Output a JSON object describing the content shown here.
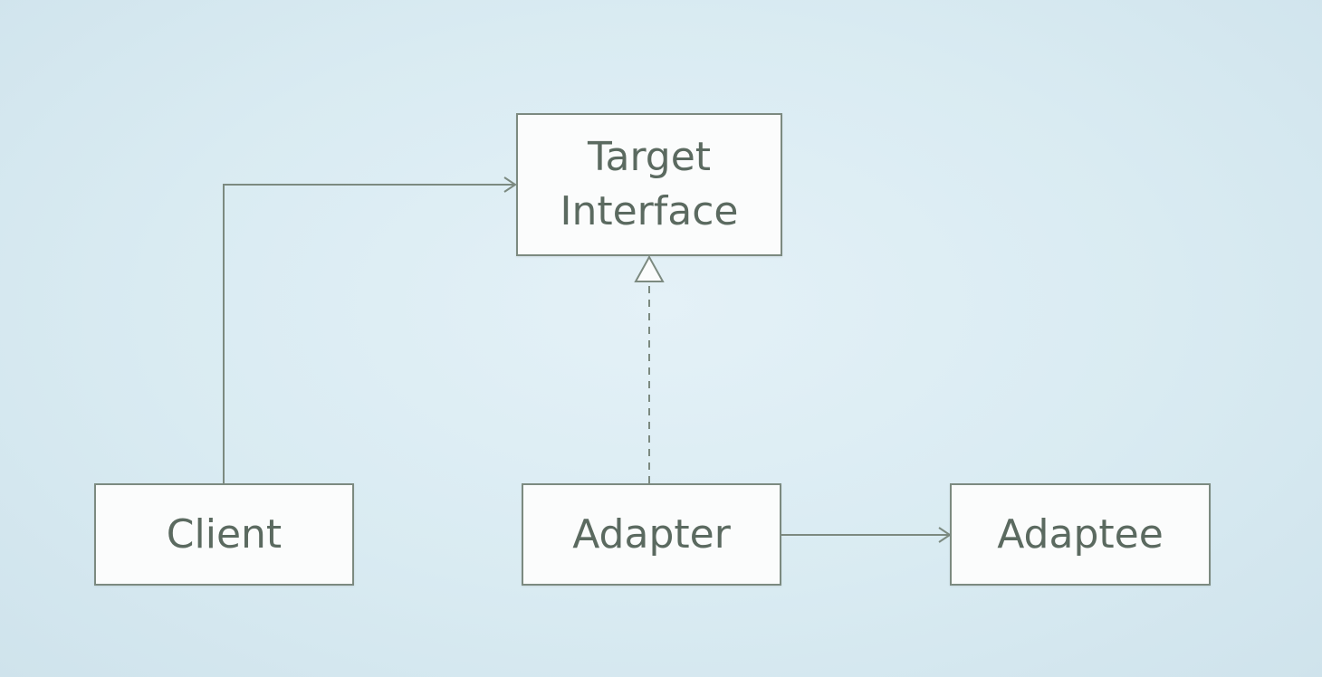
{
  "diagram": {
    "nodes": {
      "target": {
        "label": "Target\nInterface"
      },
      "client": {
        "label": "Client"
      },
      "adapter": {
        "label": "Adapter"
      },
      "adaptee": {
        "label": "Adaptee"
      }
    },
    "edges": [
      {
        "from": "client",
        "to": "target",
        "kind": "association"
      },
      {
        "from": "adapter",
        "to": "target",
        "kind": "realization"
      },
      {
        "from": "adapter",
        "to": "adaptee",
        "kind": "association"
      }
    ],
    "colors": {
      "line": "#7c8a80",
      "text": "#5b6a60",
      "box_fill": "#fbfcfc"
    }
  }
}
